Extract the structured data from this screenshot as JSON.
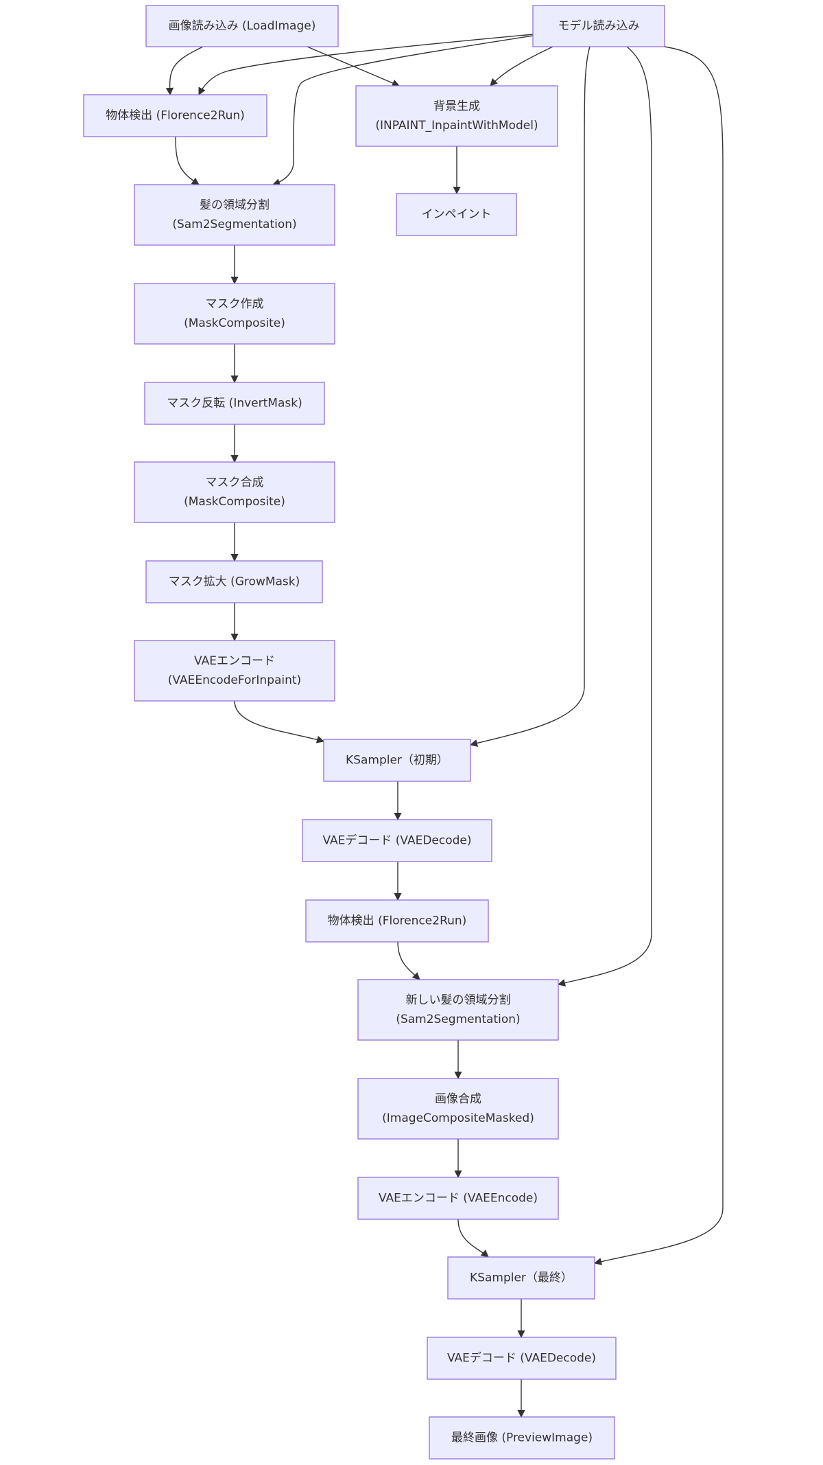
{
  "diagram": {
    "colors": {
      "node_fill": "#ececff",
      "node_stroke": "#9370db",
      "edge": "#333333",
      "text": "#333333"
    },
    "nodes": [
      {
        "id": "load_image",
        "lines": [
          "画像読み込み (LoadImage)"
        ]
      },
      {
        "id": "load_model",
        "lines": [
          "モデル読み込み"
        ]
      },
      {
        "id": "detect_1",
        "lines": [
          "物体検出 (Florence2Run)"
        ]
      },
      {
        "id": "bg_gen",
        "lines": [
          "背景生成",
          "(INPAINT_InpaintWithModel)"
        ]
      },
      {
        "id": "hair_seg",
        "lines": [
          "髪の領域分割",
          "(Sam2Segmentation)"
        ]
      },
      {
        "id": "inpaint",
        "lines": [
          "インペイント"
        ]
      },
      {
        "id": "mask_create",
        "lines": [
          "マスク作成",
          "(MaskComposite)"
        ]
      },
      {
        "id": "mask_invert",
        "lines": [
          "マスク反転 (InvertMask)"
        ]
      },
      {
        "id": "mask_merge",
        "lines": [
          "マスク合成",
          "(MaskComposite)"
        ]
      },
      {
        "id": "mask_grow",
        "lines": [
          "マスク拡大 (GrowMask)"
        ]
      },
      {
        "id": "vae_enc_inpaint",
        "lines": [
          "VAEエンコード",
          "(VAEEncodeForInpaint)"
        ]
      },
      {
        "id": "ksampler_init",
        "lines": [
          "KSampler（初期）"
        ]
      },
      {
        "id": "vae_dec_1",
        "lines": [
          "VAEデコード (VAEDecode)"
        ]
      },
      {
        "id": "detect_2",
        "lines": [
          "物体検出 (Florence2Run)"
        ]
      },
      {
        "id": "new_hair_seg",
        "lines": [
          "新しい髪の領域分割",
          "(Sam2Segmentation)"
        ]
      },
      {
        "id": "img_composite",
        "lines": [
          "画像合成",
          "(ImageCompositeMasked)"
        ]
      },
      {
        "id": "vae_enc",
        "lines": [
          "VAEエンコード (VAEEncode)"
        ]
      },
      {
        "id": "ksampler_final",
        "lines": [
          "KSampler（最終）"
        ]
      },
      {
        "id": "vae_dec_2",
        "lines": [
          "VAEデコード (VAEDecode)"
        ]
      },
      {
        "id": "preview",
        "lines": [
          "最終画像 (PreviewImage)"
        ]
      }
    ],
    "edges": [
      {
        "from": "load_image",
        "to": "detect_1"
      },
      {
        "from": "load_image",
        "to": "bg_gen"
      },
      {
        "from": "load_model",
        "to": "detect_1"
      },
      {
        "from": "load_model",
        "to": "hair_seg"
      },
      {
        "from": "load_model",
        "to": "bg_gen"
      },
      {
        "from": "load_model",
        "to": "ksampler_init"
      },
      {
        "from": "load_model",
        "to": "new_hair_seg"
      },
      {
        "from": "load_model",
        "to": "ksampler_final"
      },
      {
        "from": "detect_1",
        "to": "hair_seg"
      },
      {
        "from": "bg_gen",
        "to": "inpaint"
      },
      {
        "from": "hair_seg",
        "to": "mask_create"
      },
      {
        "from": "mask_create",
        "to": "mask_invert"
      },
      {
        "from": "mask_invert",
        "to": "mask_merge"
      },
      {
        "from": "mask_merge",
        "to": "mask_grow"
      },
      {
        "from": "mask_grow",
        "to": "vae_enc_inpaint"
      },
      {
        "from": "vae_enc_inpaint",
        "to": "ksampler_init"
      },
      {
        "from": "ksampler_init",
        "to": "vae_dec_1"
      },
      {
        "from": "vae_dec_1",
        "to": "detect_2"
      },
      {
        "from": "detect_2",
        "to": "new_hair_seg"
      },
      {
        "from": "new_hair_seg",
        "to": "img_composite"
      },
      {
        "from": "img_composite",
        "to": "vae_enc"
      },
      {
        "from": "vae_enc",
        "to": "ksampler_final"
      },
      {
        "from": "ksampler_final",
        "to": "vae_dec_2"
      },
      {
        "from": "vae_dec_2",
        "to": "preview"
      }
    ]
  }
}
